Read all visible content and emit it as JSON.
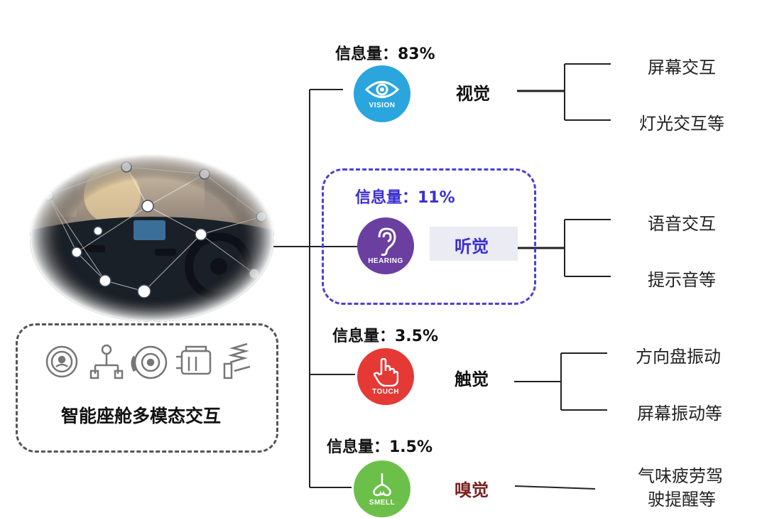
{
  "center": {
    "cabin_title": "智能座舱多模态交互",
    "cabin_icons": [
      "steering-wheel-icon",
      "gear-shift-icon",
      "brake-disc-icon",
      "engine-icon",
      "suspension-icon"
    ]
  },
  "senses": [
    {
      "info": "信息量：83%",
      "label": "视觉",
      "caption": "VISION",
      "icon": "eye-icon",
      "color": "#2aa5dd",
      "label_color": "#111111",
      "items": [
        "屏幕交互",
        "灯光交互等"
      ]
    },
    {
      "info": "信息量：11%",
      "label": "听觉",
      "caption": "HEARING",
      "icon": "ear-icon",
      "color": "#6a3fa0",
      "label_color": "#3a2fd0",
      "items": [
        "语音交互",
        "提示音等"
      ]
    },
    {
      "info": "信息量：3.5%",
      "label": "触觉",
      "caption": "TOUCH",
      "icon": "hand-icon",
      "color": "#e53935",
      "label_color": "#111111",
      "items": [
        "方向盘振动",
        "屏幕振动等"
      ]
    },
    {
      "info": "信息量：1.5%",
      "label": "嗅觉",
      "caption": "SMELL",
      "icon": "nose-icon",
      "color": "#6cc04a",
      "label_color": "#7a1f1f",
      "items": [
        "气味疲劳驾",
        "驶提醒等"
      ]
    }
  ]
}
